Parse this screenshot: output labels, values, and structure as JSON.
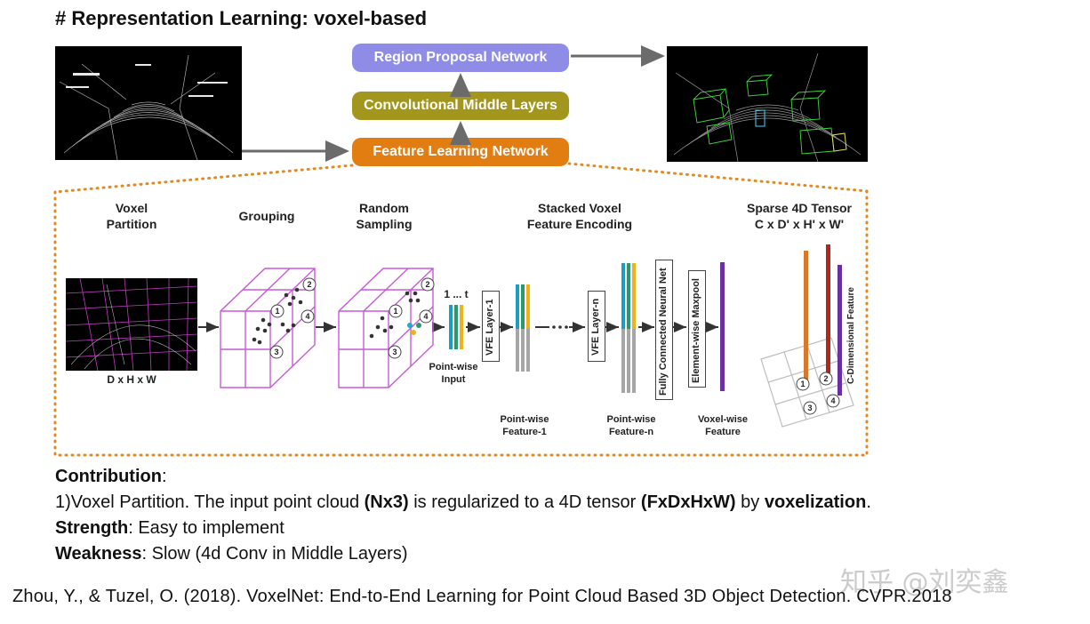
{
  "heading": "# Representation Learning: voxel-based",
  "pipeline": {
    "rpn_label": "Region Proposal Network",
    "cml_label": "Convolutional Middle Layers",
    "fln_label": "Feature Learning Network",
    "colors": {
      "rpn": "#8f8ce8",
      "cml": "#a3961c",
      "fln": "#e27d12"
    }
  },
  "stages": {
    "voxel_partition": "Voxel\nPartition",
    "grouping": "Grouping",
    "random_sampling": "Random\nSampling",
    "svfe": "Stacked Voxel\nFeature Encoding",
    "sparse_tensor": "Sparse 4D Tensor\nC x D' x H' x W'"
  },
  "labels": {
    "dxhxw": "D x H x W",
    "one_to_t": "1 ... t",
    "pointwise_input": "Point-wise\nInput",
    "vfe1": "VFE Layer-1",
    "vfen": "VFE Layer-n",
    "fcnn": "Fully Connected Neural Net",
    "maxpool": "Element-wise Maxpool",
    "pw_feature1": "Point-wise\nFeature-1",
    "pw_featuren": "Point-wise\nFeature-n",
    "voxelwise_feature": "Voxel-wise\nFeature",
    "c_dim_feature": "C-Dimensional Feature",
    "circle_1": "1",
    "circle_2": "2",
    "circle_3": "3",
    "circle_4": "4"
  },
  "text": {
    "contribution_label": "Contribution",
    "contribution_colon": ":",
    "line1_a": "1)Voxel Partition. The input point cloud ",
    "line1_b": "(Nx3)",
    "line1_c": " is regularized to a 4D tensor ",
    "line1_d": "(FxDxHxW)",
    "line1_e": " by ",
    "line1_f": "voxelization",
    "line1_g": ".",
    "strength_label": "Strength",
    "strength_text": ": Easy to implement",
    "weakness_label": "Weakness",
    "weakness_text": ": Slow (4d Conv in Middle Layers)"
  },
  "citation": "Zhou, Y., & Tuzel, O. (2018). VoxelNet: End-to-End Learning for Point Cloud Based 3D Object Detection. CVPR.2018",
  "watermark": "知乎 @刘奕鑫"
}
